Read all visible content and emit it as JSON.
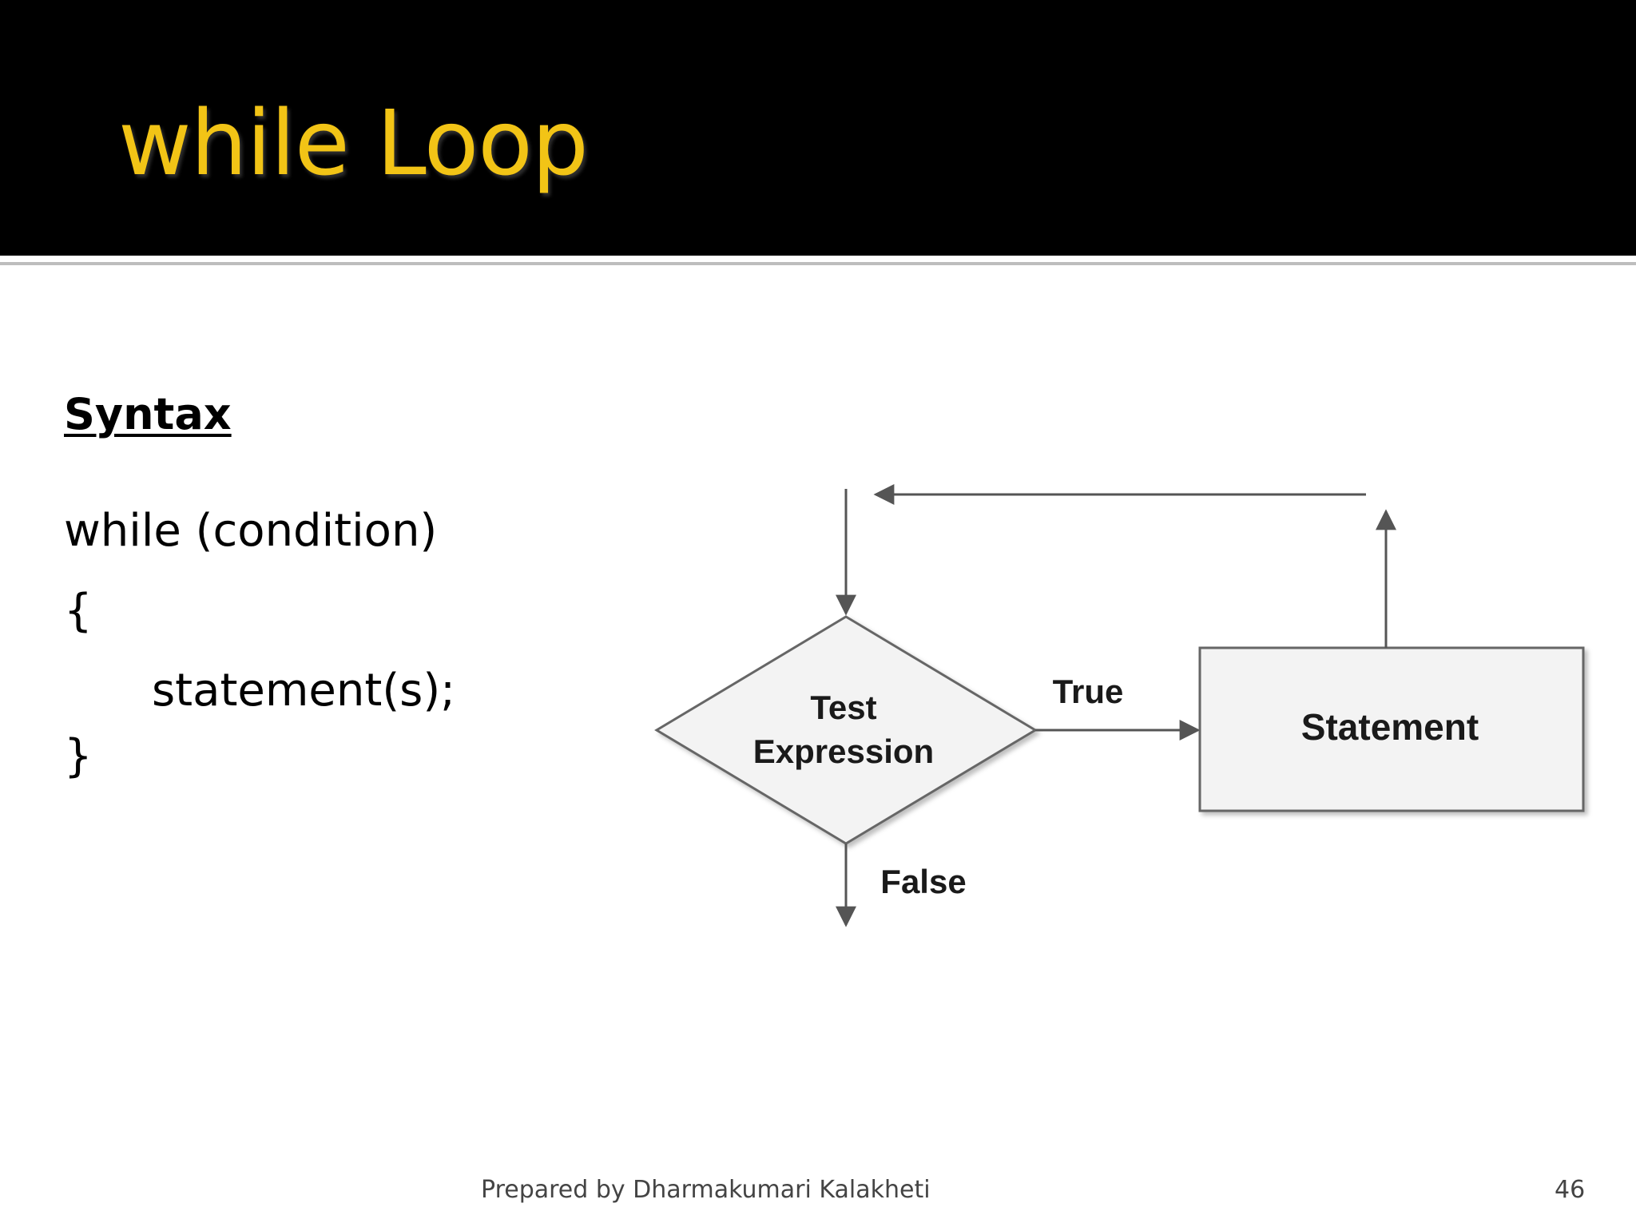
{
  "slide": {
    "title": "while Loop",
    "syntax_heading": "Syntax",
    "code": {
      "line1": "while (condition)",
      "line2": "{",
      "line3": "statement(s);",
      "line4": "}"
    }
  },
  "diagram": {
    "decision_line1": "Test",
    "decision_line2": "Expression",
    "true_label": "True",
    "false_label": "False",
    "process_label": "Statement"
  },
  "footer": {
    "credit": "Prepared by Dharmakumari Kalakheti",
    "page_number": "46"
  },
  "colors": {
    "title_bar": "#000000",
    "title_text": "#f2c416",
    "diagram_stroke": "#555555",
    "shape_fill": "#f3f3f3"
  }
}
